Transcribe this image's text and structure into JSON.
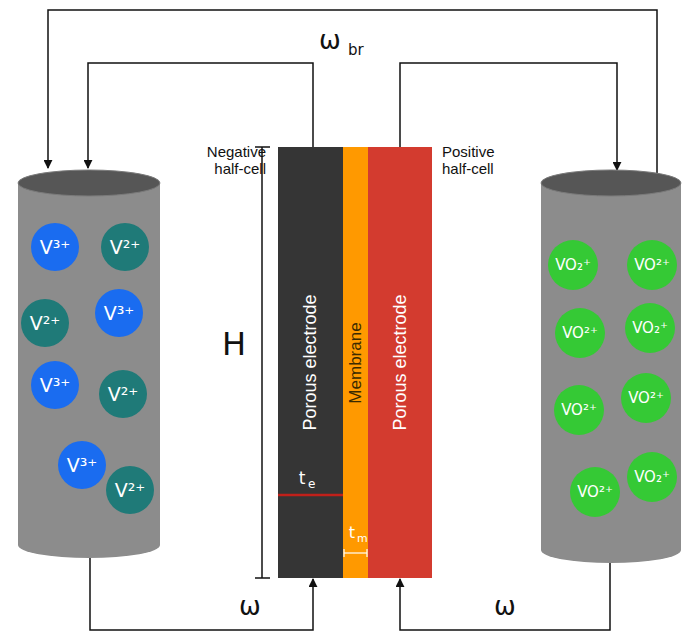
{
  "diagram": {
    "nodes": [
      {
        "text": [
          "V³⁺"
        ]
      },
      {
        "text": [
          "V²⁺"
        ]
      },
      {
        "text": [
          "V²⁺"
        ]
      },
      {
        "text": [
          "V³⁺"
        ]
      },
      {
        "text": [
          "V³⁺"
        ]
      },
      {
        "text": [
          "V²⁺"
        ]
      },
      {
        "text": [
          "V³⁺"
        ]
      },
      {
        "text": [
          "V²⁺"
        ]
      },
      {
        "text": [
          "Porous electrode"
        ]
      },
      {
        "text": [
          "Membrane"
        ]
      },
      {
        "text": [
          "Porous electrode"
        ]
      },
      {
        "text": [
          "VO₂⁺"
        ]
      },
      {
        "text": [
          "VO²⁺"
        ]
      },
      {
        "text": [
          "VO²⁺"
        ]
      },
      {
        "text": [
          "VO₂⁺"
        ]
      },
      {
        "text": [
          "VO²⁺"
        ]
      },
      {
        "text": [
          "VO²⁺"
        ]
      },
      {
        "text": [
          "VO²⁺"
        ]
      },
      {
        "text": [
          "VO₂⁺"
        ]
      }
    ],
    "labels": [
      "ω",
      "br",
      "Negative half-cell",
      "Positive half-cell",
      "H",
      "t",
      "e",
      "t",
      "m",
      "ω",
      "ω"
    ]
  }
}
